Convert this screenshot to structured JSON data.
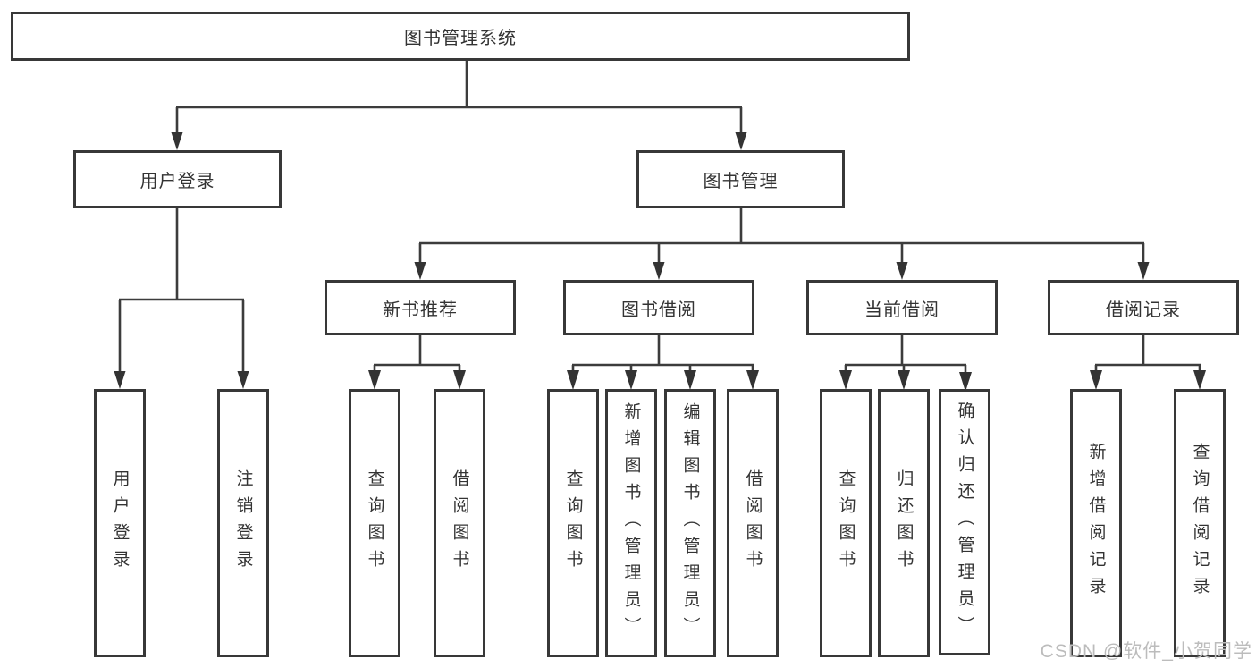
{
  "diagram": {
    "root": "图书管理系统",
    "user_login": {
      "label": "用户登录",
      "children": [
        "用户登录",
        "注销登录"
      ]
    },
    "book_mgmt": {
      "label": "图书管理",
      "sections": [
        {
          "label": "新书推荐",
          "children": [
            "查询图书",
            "借阅图书"
          ]
        },
        {
          "label": "图书借阅",
          "children": [
            "查询图书",
            "新增图书（管理员）",
            "编辑图书（管理员）",
            "借阅图书"
          ]
        },
        {
          "label": "当前借阅",
          "children": [
            "查询图书",
            "归还图书",
            "确认归还（管理员）"
          ]
        },
        {
          "label": "借阅记录",
          "children": [
            "新增借阅记录",
            "查询借阅记录"
          ]
        }
      ]
    }
  },
  "watermark": {
    "text": "CSDN @软件_小贺同学"
  },
  "colors": {
    "line": "#3c3c3c",
    "box_border": "#383838",
    "text": "#333333",
    "watermark": "#bcbcbc",
    "background": "#ffffff"
  }
}
